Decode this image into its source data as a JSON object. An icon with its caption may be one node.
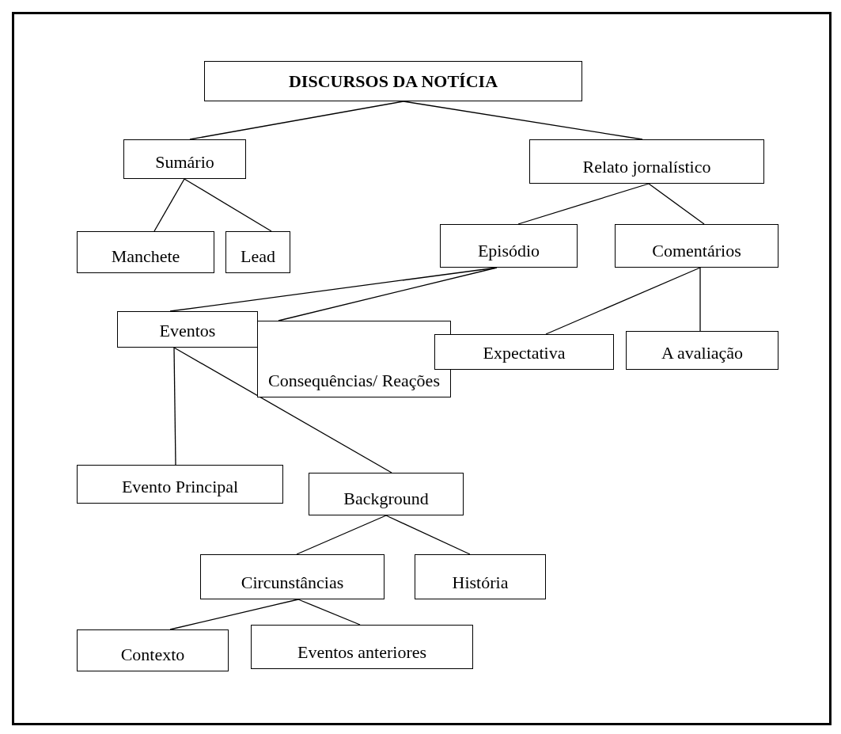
{
  "diagram": {
    "nodes": [
      {
        "text": [
          "DISCURSOS DA NOTÍCIA"
        ]
      },
      {
        "text": [
          "Sumário"
        ]
      },
      {
        "text": [
          "Relato jornalístico"
        ]
      },
      {
        "text": [
          "Manchete"
        ]
      },
      {
        "text": [
          "Lead"
        ]
      },
      {
        "text": [
          "Episódio"
        ]
      },
      {
        "text": [
          "Comentários"
        ]
      },
      {
        "text": [
          "Eventos"
        ]
      },
      {
        "text": [
          "Consequências/ Reações"
        ]
      },
      {
        "text": [
          "Expectativa"
        ]
      },
      {
        "text": [
          "A avaliação"
        ]
      },
      {
        "text": [
          "Evento Principal"
        ]
      },
      {
        "text": [
          "Background"
        ]
      },
      {
        "text": [
          "Circunstâncias"
        ]
      },
      {
        "text": [
          "História"
        ]
      },
      {
        "text": [
          "Contexto"
        ]
      },
      {
        "text": [
          "Eventos anteriores"
        ]
      }
    ],
    "edges": [
      {
        "from": 0,
        "to": 1,
        "arrow": "none"
      },
      {
        "from": 0,
        "to": 2,
        "arrow": "none"
      },
      {
        "from": 1,
        "to": 3,
        "arrow": "none"
      },
      {
        "from": 1,
        "to": 4,
        "arrow": "none"
      },
      {
        "from": 2,
        "to": 5,
        "arrow": "none"
      },
      {
        "from": 2,
        "to": 6,
        "arrow": "none"
      },
      {
        "from": 5,
        "to": 7,
        "arrow": "none"
      },
      {
        "from": 5,
        "to": 8,
        "arrow": "none"
      },
      {
        "from": 6,
        "to": 9,
        "arrow": "none"
      },
      {
        "from": 6,
        "to": 10,
        "arrow": "none"
      },
      {
        "from": 7,
        "to": 11,
        "arrow": "none"
      },
      {
        "from": 7,
        "to": 12,
        "arrow": "none"
      },
      {
        "from": 12,
        "to": 13,
        "arrow": "none"
      },
      {
        "from": 12,
        "to": 14,
        "arrow": "none"
      },
      {
        "from": 13,
        "to": 15,
        "arrow": "none"
      },
      {
        "from": 13,
        "to": 16,
        "arrow": "none"
      }
    ]
  }
}
